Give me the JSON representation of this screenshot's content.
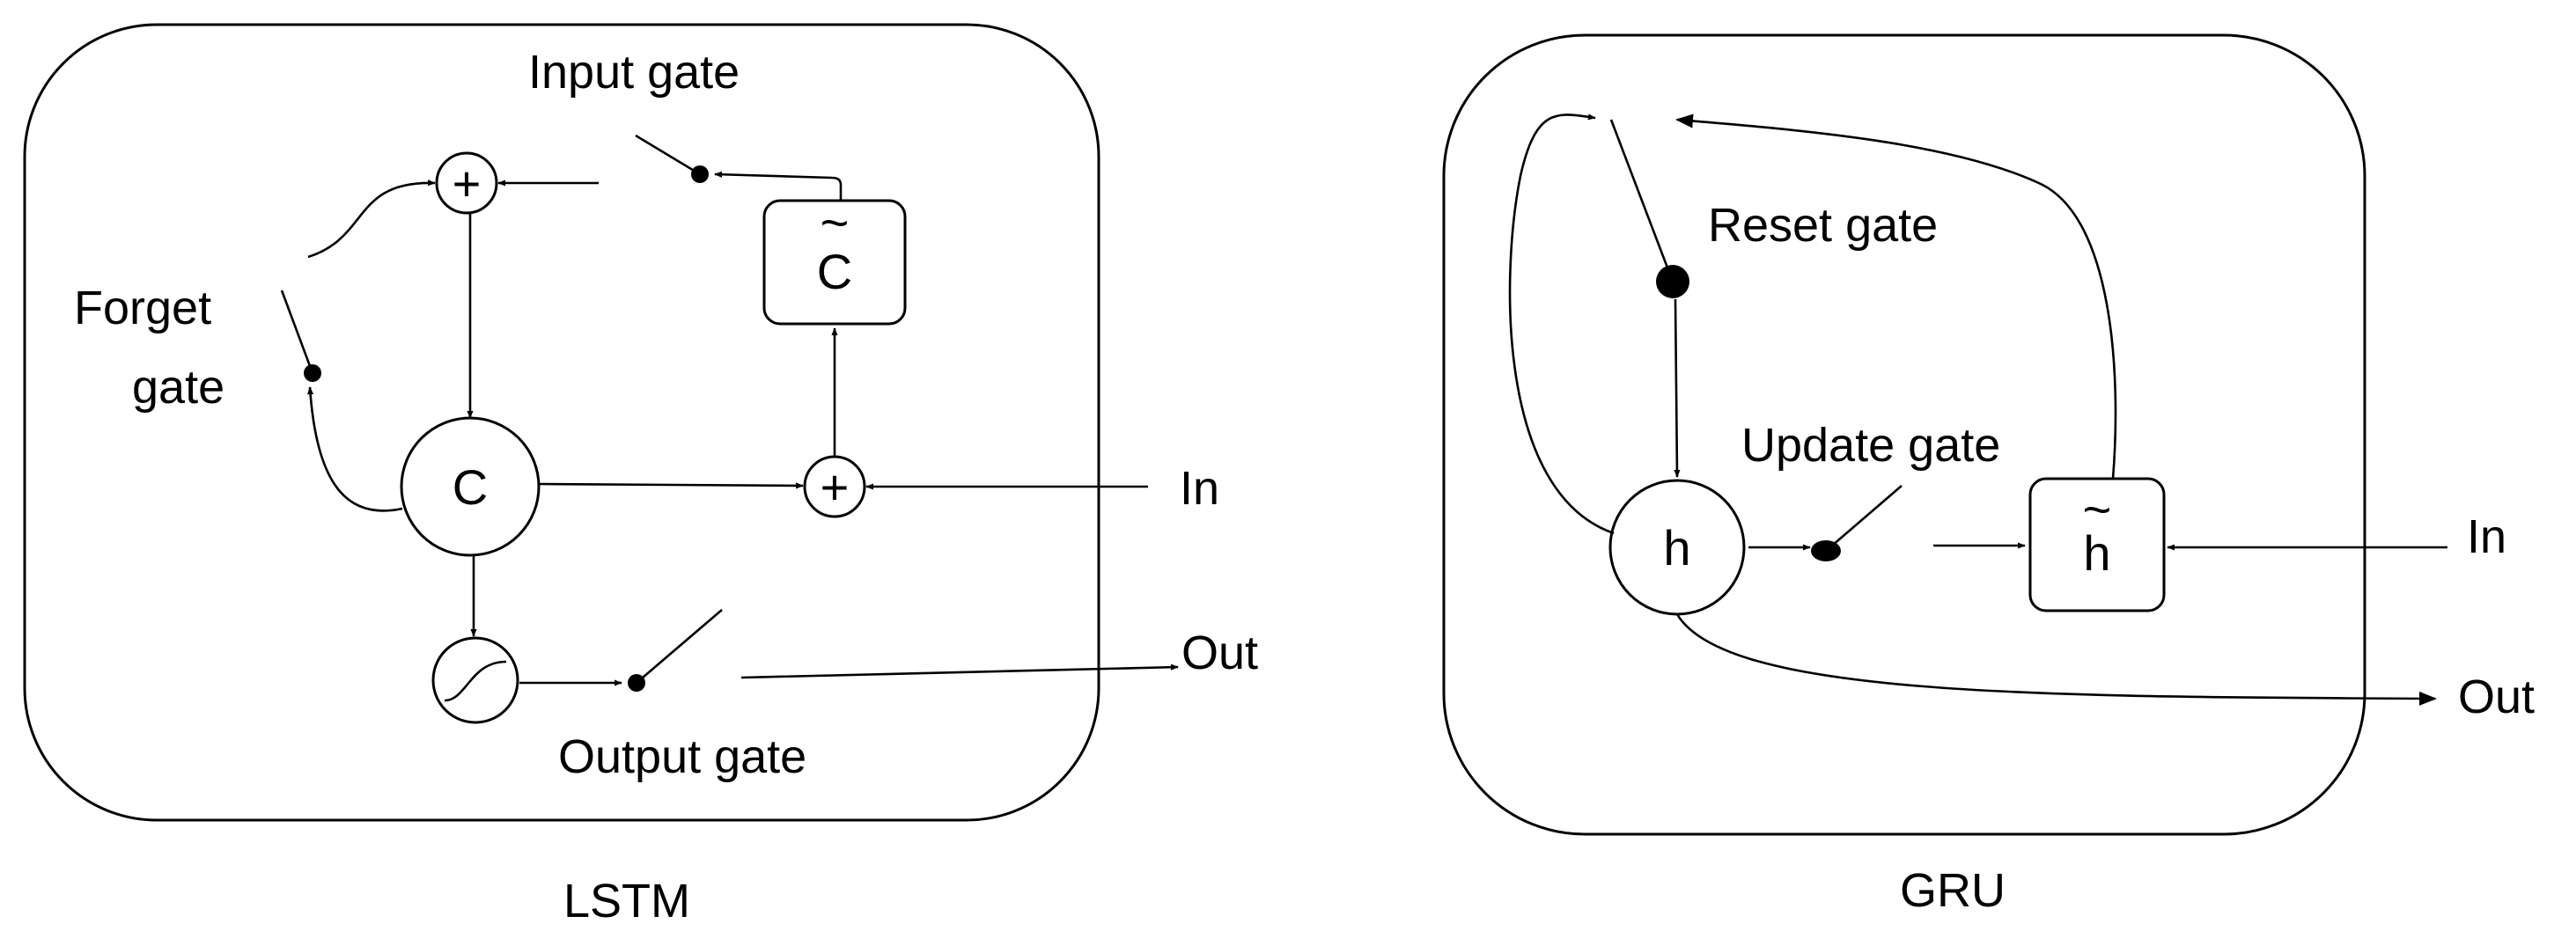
{
  "lstm": {
    "caption": "LSTM",
    "labels": {
      "input_gate": "Input gate",
      "forget_gate_line1": "Forget",
      "forget_gate_line2": "gate",
      "output_gate": "Output gate",
      "in": "In",
      "out": "Out"
    },
    "nodes": {
      "cell": "C",
      "candidate": "C",
      "candidate_accent": "~",
      "plus": "+"
    }
  },
  "gru": {
    "caption": "GRU",
    "labels": {
      "reset_gate": "Reset gate",
      "update_gate": "Update gate",
      "in": "In",
      "out": "Out"
    },
    "nodes": {
      "hidden": "h",
      "candidate": "h",
      "candidate_accent": "~"
    }
  }
}
